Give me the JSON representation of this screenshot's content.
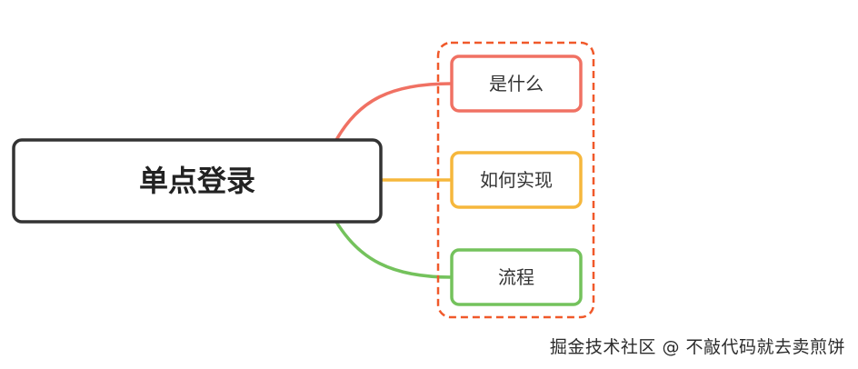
{
  "mindmap": {
    "root": {
      "label": "单点登录"
    },
    "branches": [
      {
        "label": "是什么",
        "color": "#f07163"
      },
      {
        "label": "如何实现",
        "color": "#f6b73c"
      },
      {
        "label": "流程",
        "color": "#74c25c"
      }
    ],
    "group_border_color": "#f0592a"
  },
  "watermark": {
    "text": "掘金技术社区 @ 不敲代码就去卖煎饼"
  }
}
